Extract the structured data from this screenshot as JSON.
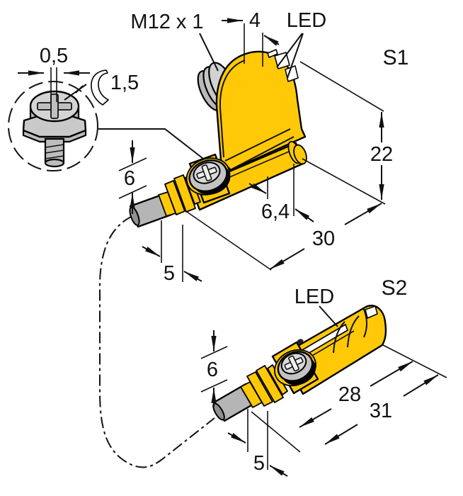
{
  "drawing": {
    "type": "sensor-dimension-drawing",
    "labels": {
      "thread": "M12 x 1",
      "led_s1": "LED",
      "led_s2": "LED",
      "view_s1": "S1",
      "view_s2": "S2"
    },
    "detail": {
      "dims": {
        "slot_width": "0,5",
        "hex_key_size": "1,5"
      }
    },
    "s1": {
      "dims": {
        "led_face_width": "4",
        "height": "22",
        "barrel_diameter": "6",
        "end_offset": "6,4",
        "overall_length": "30",
        "clamp_length": "5"
      }
    },
    "s2": {
      "dims": {
        "barrel_diameter": "6",
        "body_length": "28",
        "overall_length": "31",
        "clamp_length": "5"
      }
    },
    "colors": {
      "housing_yellow": "#FFC907",
      "metal_gray": "#C9C9C9",
      "cable_gray": "#B5B5B5",
      "led_window_white": "#FFFFFF",
      "line_black": "#111111",
      "background": "#FFFFFF"
    }
  }
}
